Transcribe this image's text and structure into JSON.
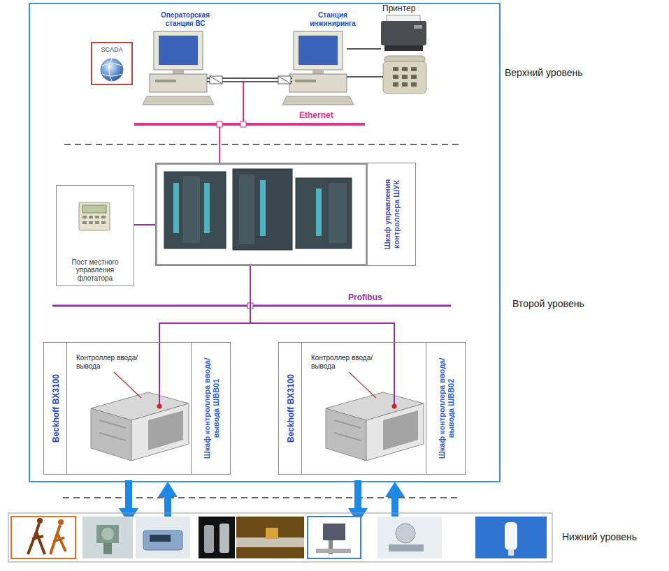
{
  "diagram": {
    "nodes": [
      {
        "text": [
          "SCADA"
        ]
      },
      {
        "text": [
          "Шкаф управления контроллера ШУК"
        ]
      },
      {
        "text": [
          "Пост местного управления флотатора"
        ]
      },
      {
        "text": [
          "Beckhoff BX3100",
          "Контроллер ввода/вывода",
          "Шкаф контроллера ввода/вывода ШВВ01"
        ]
      },
      {
        "text": [
          "Beckhoff BX3100",
          "Контроллер ввода/вывода",
          "Шкаф контроллера ввода/вывода ШВВ02"
        ]
      }
    ],
    "edges": [
      {
        "from": 2,
        "to": 1,
        "arrow": "none"
      },
      {
        "from": 1,
        "to": 3,
        "arrow": "none"
      },
      {
        "from": 1,
        "to": 4,
        "arrow": "none"
      }
    ],
    "labels": [
      "Операторская станция ВС",
      "Станция инжиниринга",
      "Принтер",
      "Ethernet",
      "Profibus",
      "Верхний уровень",
      "Второй уровень",
      "Нижний уровень"
    ]
  }
}
